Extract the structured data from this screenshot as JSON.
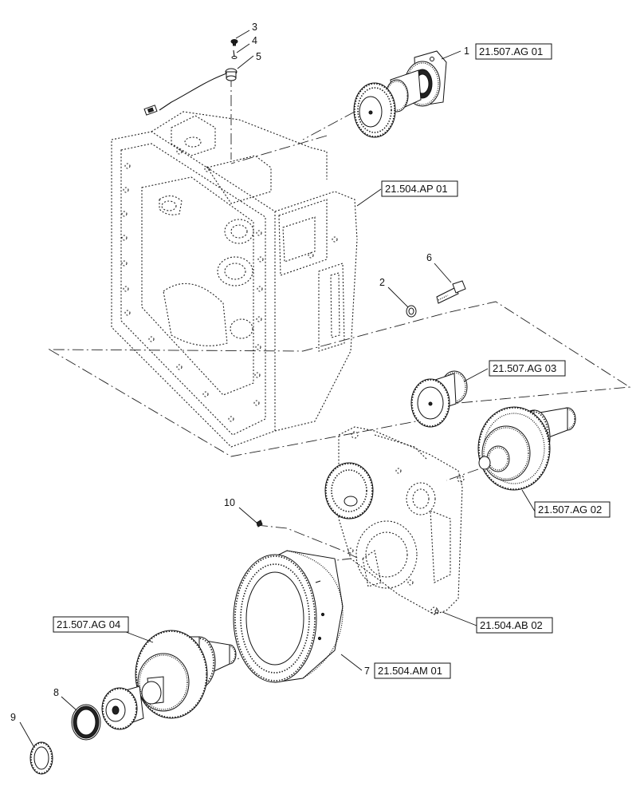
{
  "callouts": {
    "c1": "1",
    "c2": "2",
    "c3": "3",
    "c4": "4",
    "c5": "5",
    "c6": "6",
    "c7": "7",
    "c8": "8",
    "c9": "9",
    "c10": "10"
  },
  "refs": {
    "r_ag01": "21.507.AG 01",
    "r_ap01": "21.504.AP 01",
    "r_ag03": "21.507.AG 03",
    "r_ag02": "21.507.AG 02",
    "r_ab02": "21.504.AB 02",
    "r_am01": "21.504.AM 01",
    "r_ag04": "21.507.AG 04"
  },
  "colors": {
    "line": "#111111",
    "background": "#ffffff"
  }
}
